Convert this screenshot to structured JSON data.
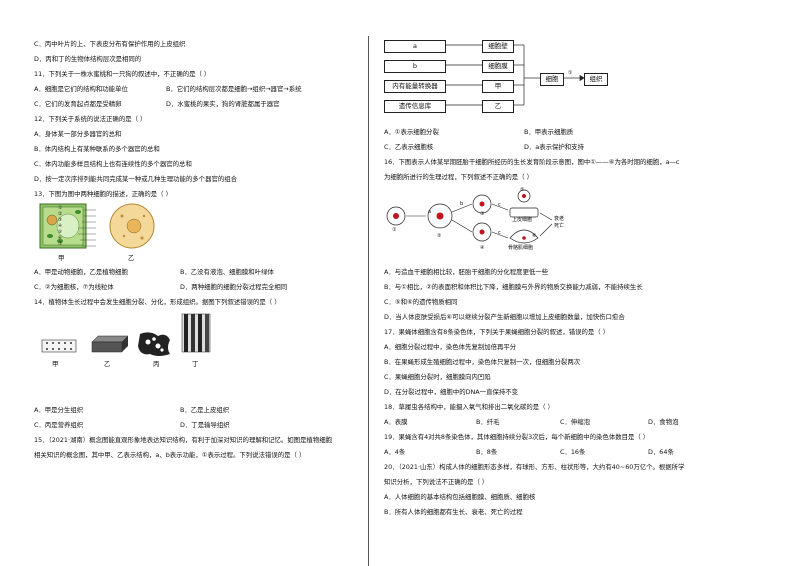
{
  "left": {
    "lines": [
      "C．丙中叶片的上、下表皮分布有保护作用的上皮组织",
      "D．丙和丁的生物体结构层次是相同的",
      "11．下列关于一株水蜜桃和一只狗的叙述中，不正确的是（      ）",
      "A．细胞是它们的结构和功能单位",
      "B．它们的结构层次都是细胞→组织→器官→系统",
      "C．它们的发育起点都是受精卵",
      "D．水蜜桃的果实，狗的肾脏都属于器官",
      "12．下列关于系统的说法正确的是（      ）",
      "A．身体某一部分多器官的总和",
      "B．体内结构上有某种联系的多个器官的总和",
      "C．体内功能多样且结构上也有连续性的多个器官的总和",
      "D．按一定次序排列能共同完成某一种或几种生理功能的多个器官的组合",
      "13．下图为图中两种细胞的描述，正确的是（      ）",
      "甲",
      "乙",
      "A．甲是动物细胞，乙是植物细胞",
      "B．乙没有液泡、细胞膜和叶绿体",
      "C．②为细胞核，⑦为线粒体",
      "D．两种细胞的细胞分裂过程完全相同",
      "14．植物体生长过程中会发生细胞分裂、分化，形成组织。据图下列叙述错误的是（      ）",
      "甲",
      "乙",
      "丙",
      "丁",
      "A．甲是分生组织",
      "B．乙是上皮组织",
      "C．丙是营养组织",
      "D．丁是输导组织",
      "15．（2021·湖南）概念图能直观形象地表达知识结构，有利于加深对知识的理解和记忆。如图是植物细胞",
      "相关知识的概念图，其中甲、乙表示结构，a、b表示功能，①表示过程。下列说法错误的是（      ）"
    ],
    "cell_labels": [
      "①",
      "②",
      "③",
      "④",
      "⑤",
      "⑥",
      "⑦"
    ]
  },
  "right": {
    "concept": {
      "left_boxes": [
        "a",
        "b",
        "内有能量转换器",
        "遗传信息库"
      ],
      "mid_boxes": [
        "细胞壁",
        "细胞膜",
        "甲",
        "乙"
      ],
      "cell": "细胞",
      "organ": "组织",
      "process": "①"
    },
    "lines": [
      "A．①表示细胞分裂",
      "B．甲表示细胞质",
      "C．乙表示细胞核",
      "D．a表示保护和支持",
      "16．下图表示人体某早期胚胎干细胞所经历的生长发育阶段示意图，图中①——⑥为各时期的细胞，a—c",
      "为细胞所进行的生理过程，下列叙述不正确的是（      ）",
      "A．与造血干细胞相比较，胚胎干细胞的分化程度更低一些",
      "B．与①相比，②的表面积和体积比下降，细胞膜与外界的物质交换能力减弱，不能持续生长",
      "C．⑤和⑥的遗传物质相同",
      "D．当人体皮肤受损后⑥可以继续分裂产生新细胞以增加上皮细胞数量，加快伤口愈合",
      "17．果蝇体细胞含有8条染色体，下列关于果蝇细胞分裂的叙述，错误的是（      ）",
      "A．细胞分裂过程中，染色体先复制加倍再平分",
      "B．在果蝇形成生殖细胞过程中，染色体只复制一次，但细胞分裂两次",
      "C．果蝇细胞分裂时，细胞膜向内凹陷",
      "D．在分裂过程中，细胞中的DNA一直保持不变",
      "18．草履虫各结构中，能摄入氧气和排出二氧化碳的是（      ）",
      "A．表膜",
      "B．纤毛",
      "C．伸缩泡",
      "D．食物泡",
      "19．果蝇含有4对共8条染色体，其体细胞持续分裂3次后，每个新细胞中的染色体数目是（      ）",
      "A．4条",
      "B．8条",
      "C．16条",
      "D．64条",
      "20．（2021·山东）构成人体的细胞形态多样，有球形、方形、柱状形等，大约有40~60万亿个。根据所学",
      "知识分析，下列说法不正确的是（      ）",
      "A．人体细胞的基本结构包括细胞膜、细胞质、细胞核",
      "B．所有人体的细胞都有生长、衰老、死亡的过程"
    ],
    "diagram16": {
      "nums": [
        "①",
        "②",
        "③",
        "④",
        "⑤",
        "⑥"
      ],
      "procs": [
        "a",
        "b",
        "c",
        "c"
      ],
      "label_skin": "上皮细胞",
      "label_muscle": "骨骼肌细胞",
      "label_end": "衰老\n死亡"
    }
  }
}
